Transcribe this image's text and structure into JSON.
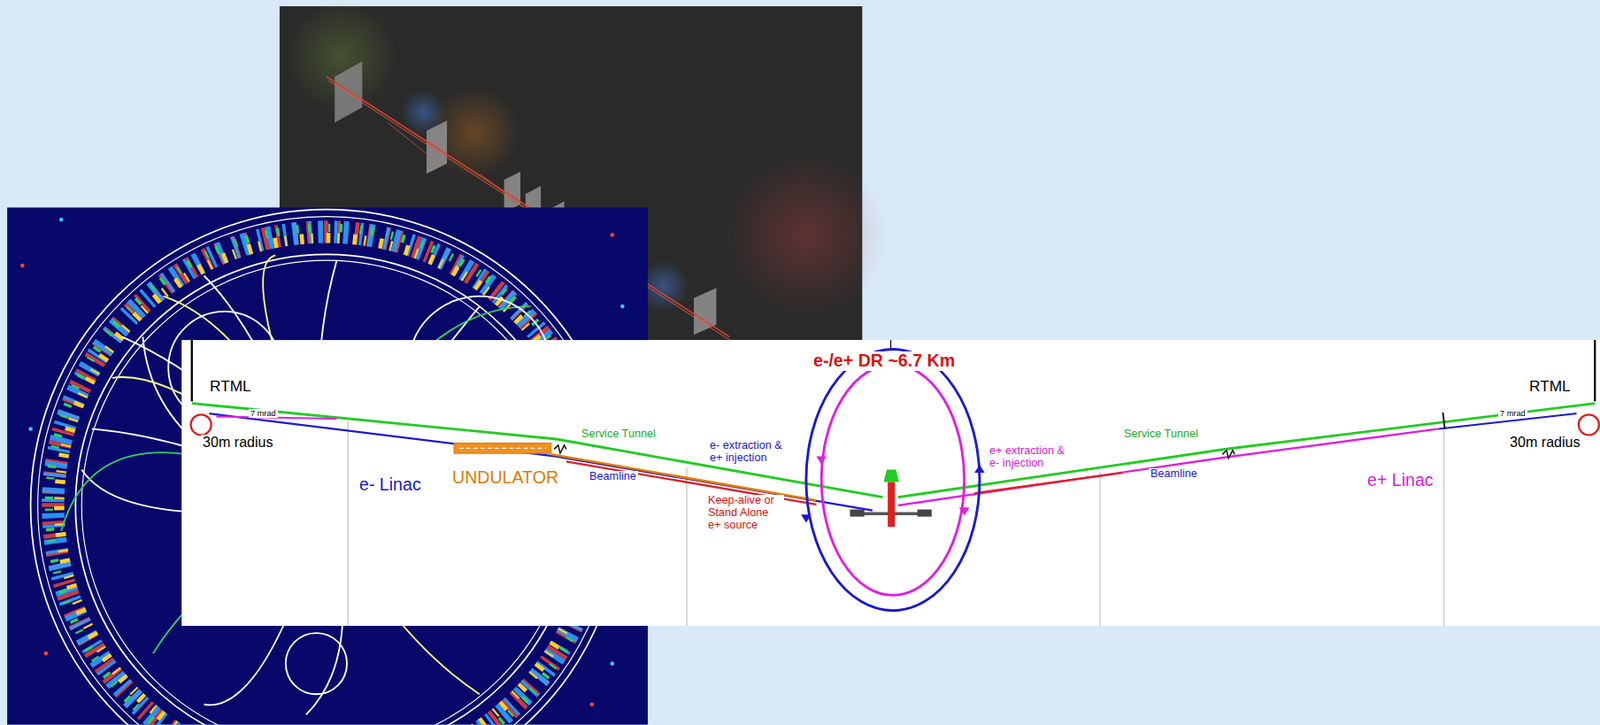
{
  "diagram": {
    "labels": [
      "RTML",
      "7 mrad",
      "30m radius",
      "e- Linac",
      "UNDULATOR",
      "Service Tunnel",
      "Beamline",
      "e- extraction & e+ injection",
      "Keep-alive or Stand Alone e+ source",
      "e-/e+ DR ~6.7 Km",
      "e+ extraction & e- injection",
      "Service Tunnel",
      "Beamline",
      "e+ Linac",
      "7 mrad",
      "RTML",
      "30m radius"
    ]
  }
}
